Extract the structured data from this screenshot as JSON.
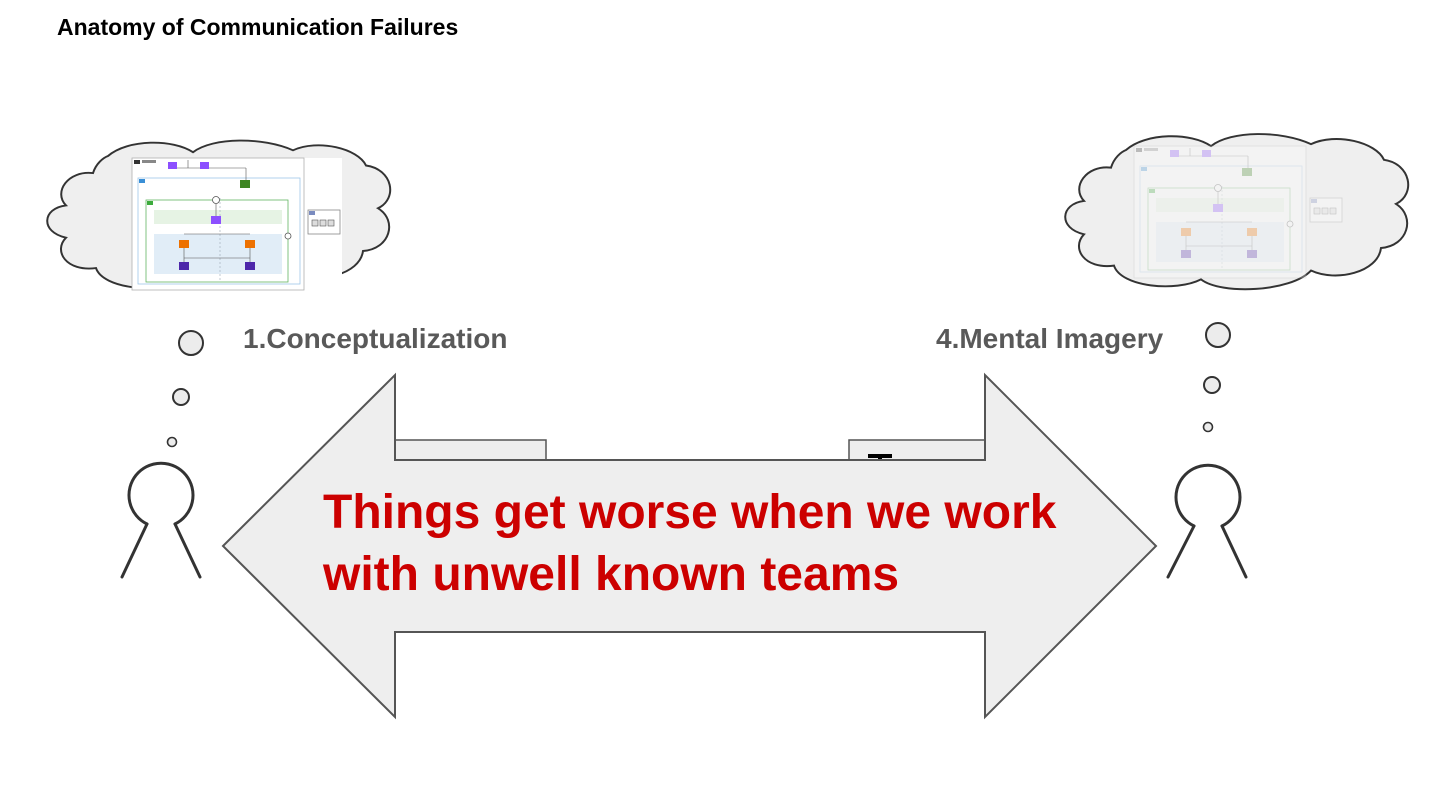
{
  "title": "Anatomy of Communication Failures",
  "steps": {
    "conceptualization": "1.Conceptualization",
    "mental_imagery": "4.Mental Imagery"
  },
  "headline": {
    "line1": "Things get worse when we work",
    "line2": "with unwell known teams",
    "color": "#cc0000"
  },
  "colors": {
    "arrow_fill": "#eeeeee",
    "outline": "#555555",
    "label": "#595959"
  }
}
